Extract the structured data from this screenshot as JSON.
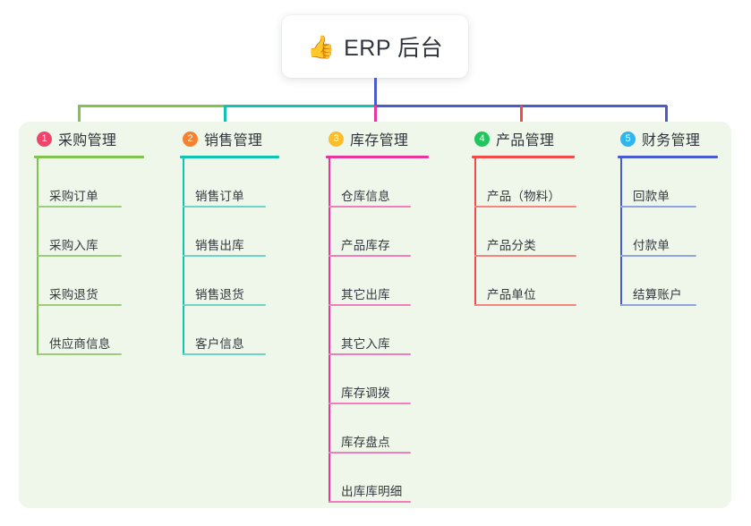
{
  "root": {
    "emoji": "👍",
    "emoji_name": "thumbs-up-icon",
    "title": "ERP 后台"
  },
  "palette": {
    "panel_background": "#eef7ea",
    "page_background": "#ffffff",
    "trunk": "#4a5bd0",
    "text": "#2f333b"
  },
  "columns": [
    {
      "index": "1",
      "badge_color": "#f0456b",
      "line_color": "#86c council",
      "title": "采购管理",
      "accent": "#82c250",
      "item_accent": "#9dcc7a",
      "items": [
        "采购订单",
        "采购入库",
        "采购退货",
        "供应商信息"
      ]
    },
    {
      "index": "2",
      "badge_color": "#f58233",
      "title": "销售管理",
      "accent": "#11c4b0",
      "item_accent": "#6fd3c6",
      "items": [
        "销售订单",
        "销售出库",
        "销售退货",
        "客户信息"
      ]
    },
    {
      "index": "3",
      "badge_color": "#fbbe2a",
      "title": "库存管理",
      "accent": "#e8379c",
      "item_accent": "#ef7fba",
      "items": [
        "仓库信息",
        "产品库存",
        "其它出库",
        "其它入库",
        "库存调拨",
        "库存盘点",
        "出库库明细"
      ]
    },
    {
      "index": "4",
      "badge_color": "#21c45d",
      "title": "产品管理",
      "accent": "#f04a4a",
      "item_accent": "#f3877f",
      "items": [
        "产品（物料）",
        "产品分类",
        "产品单位"
      ]
    },
    {
      "index": "5",
      "badge_color": "#2fb6ef",
      "title": "财务管理",
      "accent": "#4a5bd0",
      "item_accent": "#92a4e0",
      "items": [
        "回款单",
        "付款单",
        "结算账户"
      ]
    }
  ],
  "connectors": {
    "trunk_color": "#4a5bd0",
    "bus_left_color": "#82c250",
    "bus_mid_color": "#11c4b0",
    "bus_right_color": "#4a5bd0",
    "drop_colors": [
      "#82c250",
      "#11c4b0",
      "#e8379c",
      "#f04a4a",
      "#4a5bd0"
    ]
  }
}
